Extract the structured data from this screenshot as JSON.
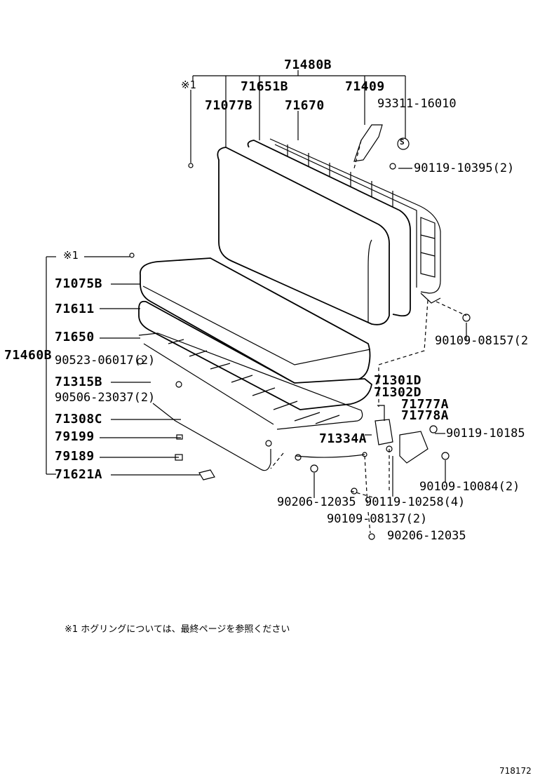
{
  "labels": {
    "p71480B": "71480B",
    "mark_ring_top": "※1",
    "p71651B": "71651B",
    "p71409": "71409",
    "p71077B": "71077B",
    "p71670": "71670",
    "p93311_16010": "93311-16010",
    "p90119_10395": "90119-10395(2)",
    "mark_ring_left": "※1",
    "p71075B": "71075B",
    "p71611": "71611",
    "p71650": "71650",
    "p71460B": "71460B",
    "p90523_06017": "90523-06017(2)",
    "p71315B": "71315B",
    "p90506_23037": "90506-23037(2)",
    "p71308C": "71308C",
    "p79199": "79199",
    "p79189": "79189",
    "p71621A": "71621A",
    "p90109_08157": "90109-08157(2",
    "p71301D": "71301D",
    "p71302D": "71302D",
    "p71777A": "71777A",
    "p71778A": "71778A",
    "p90119_10185": "90119-10185",
    "p71334A": "71334A",
    "p90109_10084": "90109-10084(2)",
    "p90206_12035_a": "90206-12035",
    "p90119_10258": "90119-10258(4)",
    "p90109_08137": "90109-08137(2)",
    "p90206_12035_b": "90206-12035",
    "snap_ring_mark": "S"
  },
  "footnote": "※1 ホグリングについては、最終ページを参照ください",
  "figure_code": "718172"
}
